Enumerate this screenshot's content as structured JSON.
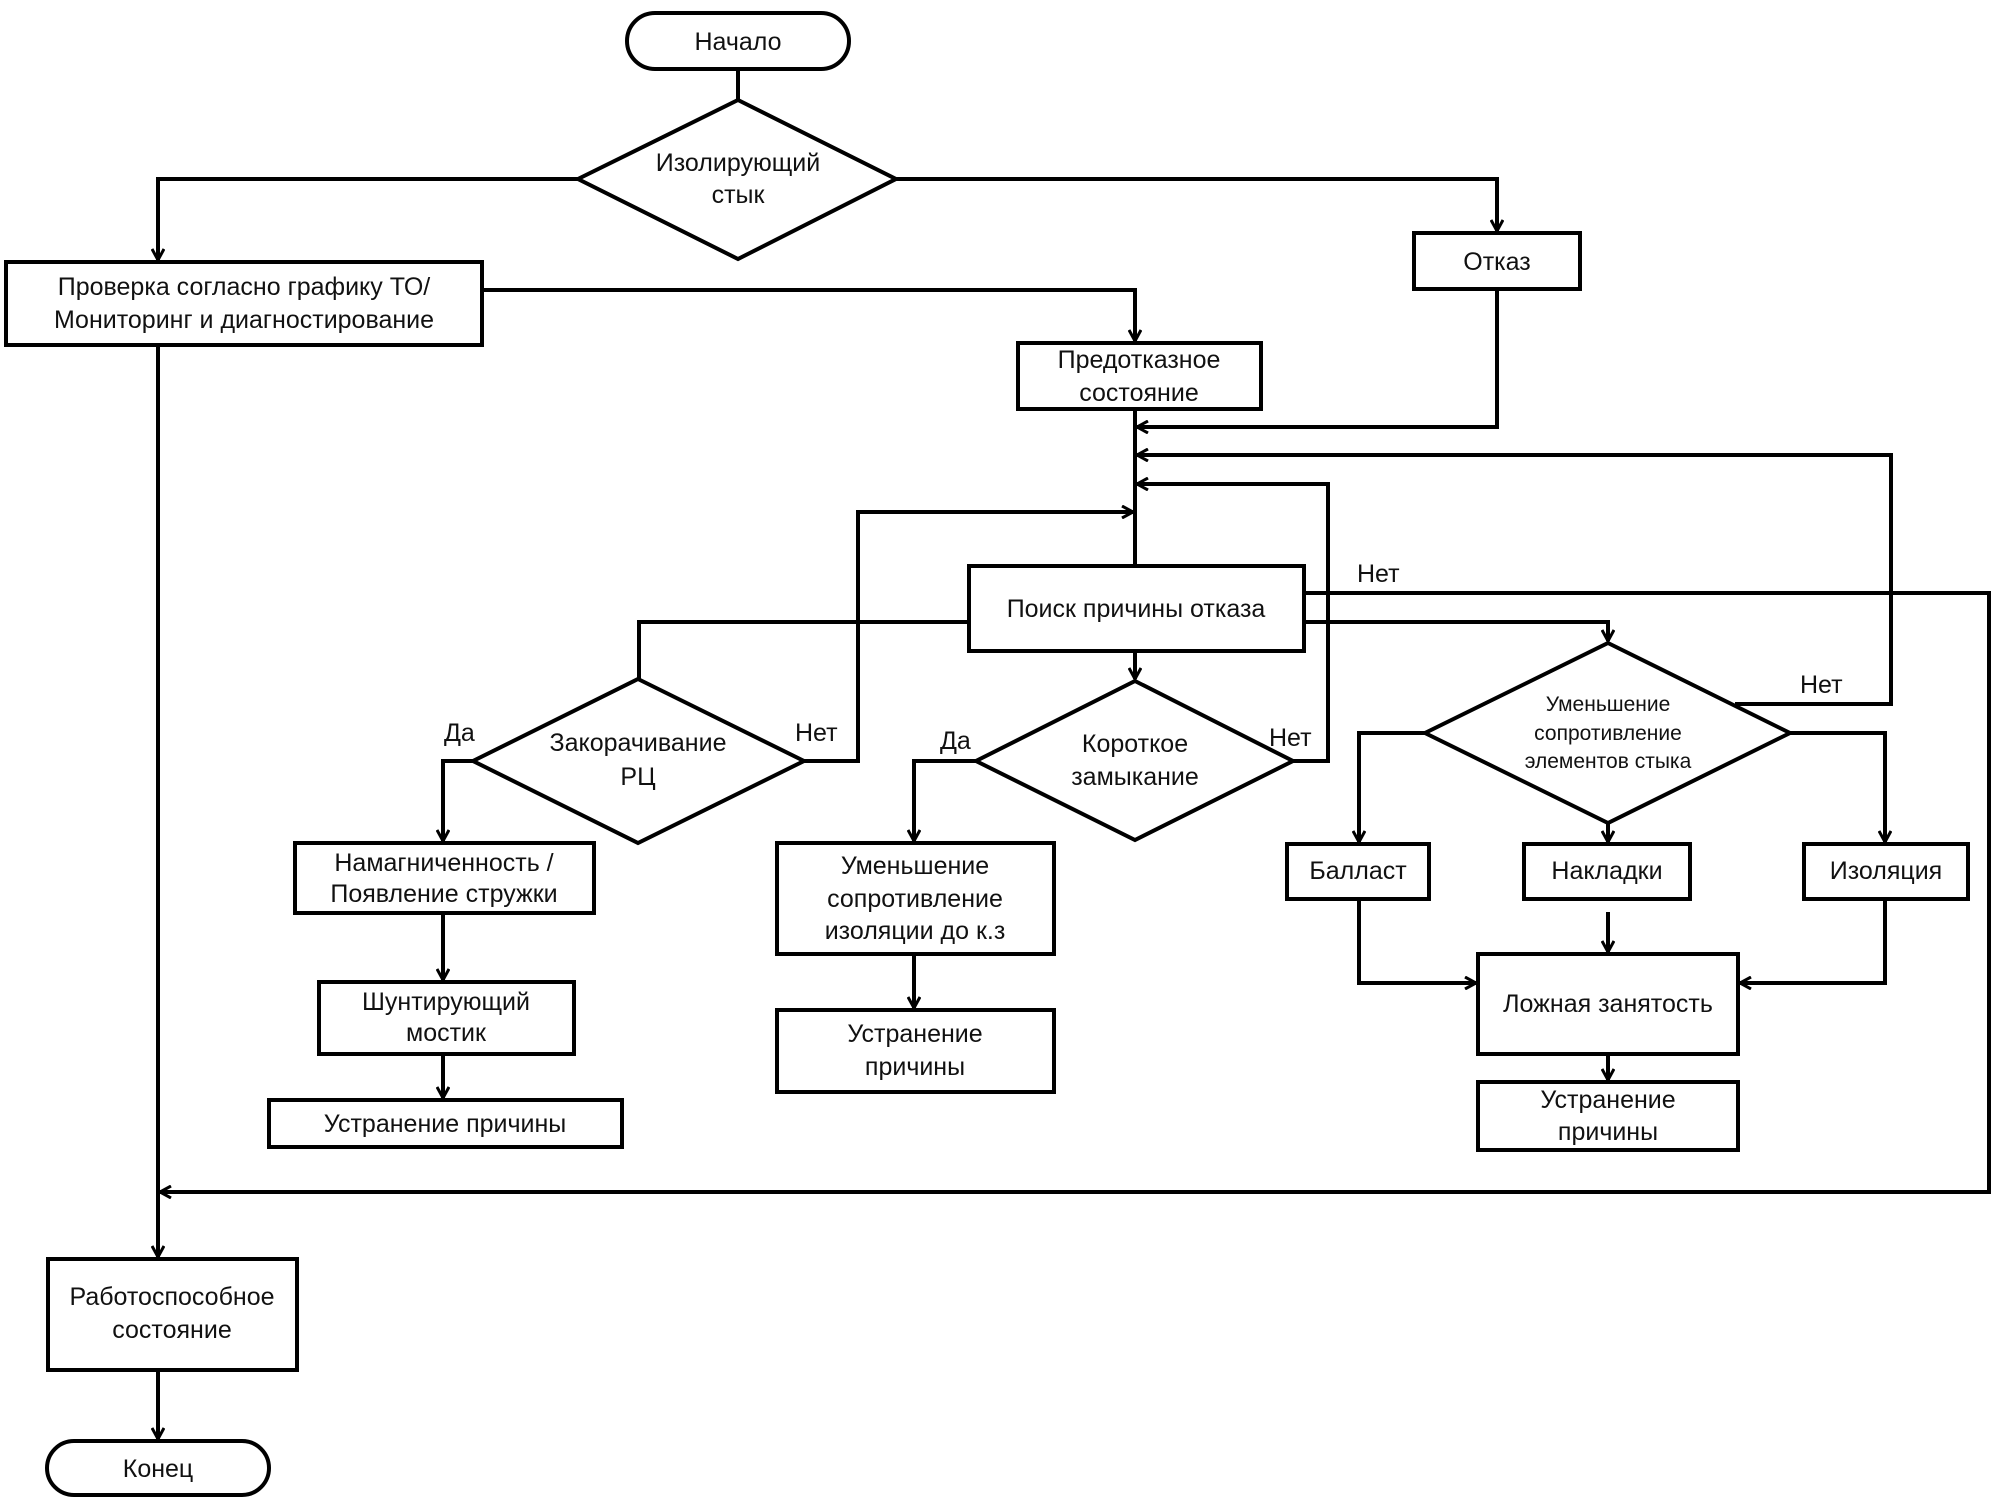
{
  "diagram": {
    "type": "flowchart",
    "language": "ru",
    "nodes": {
      "start": {
        "shape": "terminator",
        "lines": [
          "Начало"
        ]
      },
      "insulating_joint": {
        "shape": "decision",
        "lines": [
          "Изолирующий",
          "стык"
        ]
      },
      "inspection": {
        "shape": "process",
        "lines": [
          "Проверка согласно графику ТО/",
          "Мониторинг и диагностирование"
        ]
      },
      "failure": {
        "shape": "process",
        "lines": [
          "Отказ"
        ]
      },
      "pre_failure": {
        "shape": "process",
        "lines": [
          "Предотказное",
          "состояние"
        ]
      },
      "search_cause": {
        "shape": "process",
        "lines": [
          "Поиск причины отказа"
        ]
      },
      "rc_shorting": {
        "shape": "decision",
        "lines": [
          "Закорачивание",
          "РЦ"
        ]
      },
      "short_circuit": {
        "shape": "decision",
        "lines": [
          "Короткое",
          "замыкание"
        ]
      },
      "joint_resistance": {
        "shape": "decision",
        "lines": [
          "Уменьшение",
          "сопротивление",
          "элементов стыка"
        ]
      },
      "magnetization": {
        "shape": "process",
        "lines": [
          "Намагниченность /",
          "Появление стружки"
        ]
      },
      "shunt_bridge": {
        "shape": "process",
        "lines": [
          "Шунтирующий",
          "мостик"
        ]
      },
      "fix_1": {
        "shape": "process",
        "lines": [
          "Устранение причины"
        ]
      },
      "insulation_drop": {
        "shape": "process",
        "lines": [
          "Уменьшение",
          "сопротивление",
          "изоляции до к.з"
        ]
      },
      "fix_2": {
        "shape": "process",
        "lines": [
          "Устранение",
          "причины"
        ]
      },
      "ballast": {
        "shape": "process",
        "lines": [
          "Балласт"
        ]
      },
      "pads": {
        "shape": "process",
        "lines": [
          "Накладки"
        ]
      },
      "insulation": {
        "shape": "process",
        "lines": [
          "Изоляция"
        ]
      },
      "false_occupancy": {
        "shape": "process",
        "lines": [
          "Ложная занятость"
        ]
      },
      "fix_3": {
        "shape": "process",
        "lines": [
          "Устранение",
          "причины"
        ]
      },
      "operational": {
        "shape": "process",
        "lines": [
          "Работоспособное",
          "состояние"
        ]
      },
      "end": {
        "shape": "terminator",
        "lines": [
          "Конец"
        ]
      }
    },
    "edge_labels": {
      "yes": "Да",
      "no": "Нет"
    },
    "edges": [
      {
        "from": "start",
        "to": "insulating_joint"
      },
      {
        "from": "insulating_joint",
        "to": "inspection"
      },
      {
        "from": "insulating_joint",
        "to": "failure"
      },
      {
        "from": "inspection",
        "to": "pre_failure"
      },
      {
        "from": "inspection",
        "to": "operational"
      },
      {
        "from": "failure",
        "to": "search_cause"
      },
      {
        "from": "pre_failure",
        "to": "search_cause"
      },
      {
        "from": "search_cause",
        "to": "rc_shorting"
      },
      {
        "from": "search_cause",
        "to": "short_circuit"
      },
      {
        "from": "search_cause",
        "to": "joint_resistance"
      },
      {
        "from": "search_cause",
        "to": "operational",
        "label": "Нет"
      },
      {
        "from": "rc_shorting",
        "to": "magnetization",
        "label": "Да"
      },
      {
        "from": "rc_shorting",
        "to": "search_cause",
        "label": "Нет"
      },
      {
        "from": "magnetization",
        "to": "shunt_bridge"
      },
      {
        "from": "shunt_bridge",
        "to": "fix_1"
      },
      {
        "from": "short_circuit",
        "to": "insulation_drop",
        "label": "Да"
      },
      {
        "from": "short_circuit",
        "to": "search_cause",
        "label": "Нет"
      },
      {
        "from": "insulation_drop",
        "to": "fix_2"
      },
      {
        "from": "joint_resistance",
        "to": "search_cause",
        "label": "Нет"
      },
      {
        "from": "joint_resistance",
        "to": "ballast"
      },
      {
        "from": "joint_resistance",
        "to": "pads"
      },
      {
        "from": "joint_resistance",
        "to": "insulation"
      },
      {
        "from": "ballast",
        "to": "false_occupancy"
      },
      {
        "from": "pads",
        "to": "false_occupancy"
      },
      {
        "from": "insulation",
        "to": "false_occupancy"
      },
      {
        "from": "false_occupancy",
        "to": "fix_3"
      },
      {
        "from": "operational",
        "to": "end"
      }
    ]
  }
}
